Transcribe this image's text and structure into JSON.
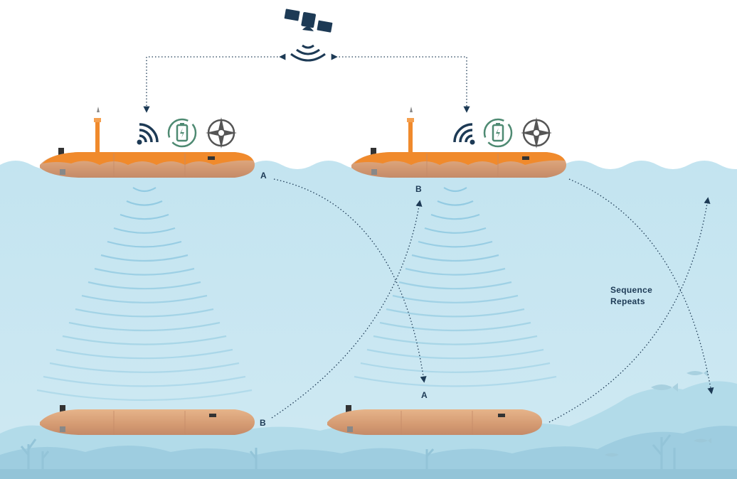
{
  "labels": {
    "a_top": "A",
    "b_top": "B",
    "b_bottom_left": "B",
    "a_bottom_right": "A",
    "sequence_line1": "Sequence",
    "sequence_line2": "Repeats"
  },
  "colors": {
    "water": "#c8e6f1",
    "water_surface_line": "#9ccfe2",
    "reef": "#a6d2e2",
    "reef_dark": "#8ec3d6",
    "vehicle_body": "#d9a27a",
    "vehicle_top": "#f08a2c",
    "ink": "#1d3a55",
    "sonar": "#8ec8e0",
    "icon_green": "#4e8a72",
    "icon_gray": "#555555"
  },
  "icons": [
    "satellite-icon",
    "signal-icon",
    "battery-recharge-icon",
    "compass-icon"
  ]
}
